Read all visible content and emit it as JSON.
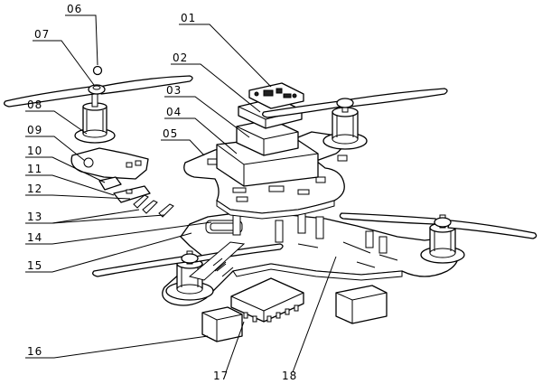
{
  "diagram": {
    "callouts": [
      {
        "id": "c01",
        "text": "01"
      },
      {
        "id": "c02",
        "text": "02"
      },
      {
        "id": "c03",
        "text": "03"
      },
      {
        "id": "c04",
        "text": "04"
      },
      {
        "id": "c05",
        "text": "05"
      },
      {
        "id": "c06",
        "text": "06"
      },
      {
        "id": "c07",
        "text": "07"
      },
      {
        "id": "c08",
        "text": "08"
      },
      {
        "id": "c09",
        "text": "09"
      },
      {
        "id": "c10",
        "text": "10"
      },
      {
        "id": "c11",
        "text": "11"
      },
      {
        "id": "c12",
        "text": "12"
      },
      {
        "id": "c13",
        "text": "13"
      },
      {
        "id": "c14",
        "text": "14"
      },
      {
        "id": "c15",
        "text": "15"
      },
      {
        "id": "c16",
        "text": "16"
      },
      {
        "id": "c17",
        "text": "17"
      },
      {
        "id": "c18",
        "text": "18"
      }
    ],
    "colors": {
      "line": "#000000",
      "background": "#ffffff",
      "shade": "#d9d9d9"
    }
  }
}
